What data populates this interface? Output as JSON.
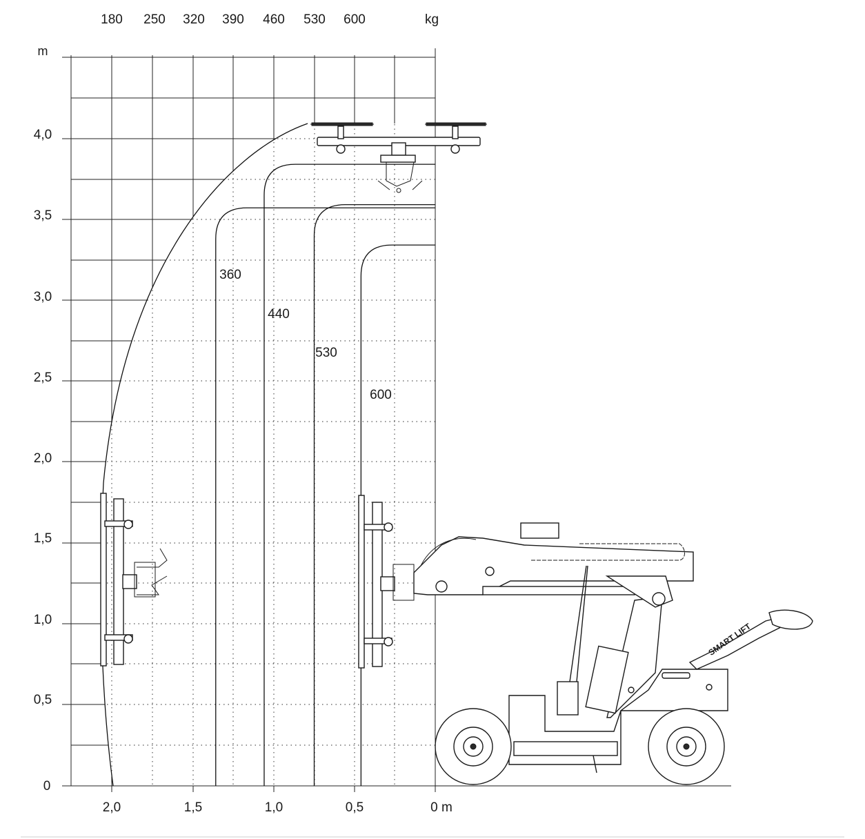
{
  "diagram": {
    "units": {
      "x": "m",
      "y": "m",
      "load": "kg"
    },
    "x_axis": {
      "ticks": [
        {
          "value": 2.0,
          "label": "2,0"
        },
        {
          "value": 1.5,
          "label": "1,5"
        },
        {
          "value": 1.0,
          "label": "1,0"
        },
        {
          "value": 0.5,
          "label": "0,5"
        },
        {
          "value": 0.0,
          "label": "0 m"
        }
      ]
    },
    "y_axis": {
      "unit_label": "m",
      "ticks": [
        {
          "value": 0.0,
          "label": "0"
        },
        {
          "value": 0.5,
          "label": "0,5"
        },
        {
          "value": 1.0,
          "label": "1,0"
        },
        {
          "value": 1.5,
          "label": "1,5"
        },
        {
          "value": 2.0,
          "label": "2,0"
        },
        {
          "value": 2.5,
          "label": "2,5"
        },
        {
          "value": 3.0,
          "label": "3,0"
        },
        {
          "value": 3.5,
          "label": "3,5"
        },
        {
          "value": 4.0,
          "label": "4,0"
        }
      ]
    },
    "top_scale": {
      "unit_label": "kg",
      "labels": [
        {
          "reach": 2.0,
          "label": "180"
        },
        {
          "reach": 1.75,
          "label": "250"
        },
        {
          "reach": 1.5,
          "label": "320"
        },
        {
          "reach": 1.25,
          "label": "390"
        },
        {
          "reach": 1.0,
          "label": "460"
        },
        {
          "reach": 0.75,
          "label": "530"
        },
        {
          "reach": 0.5,
          "label": "600"
        }
      ]
    },
    "load_zones": [
      {
        "label": "360",
        "reach": 1.36,
        "top_height": 3.58,
        "label_reach": 1.28,
        "label_height": 3.15
      },
      {
        "label": "440",
        "reach": 1.06,
        "top_height": 3.85,
        "label_reach": 0.97,
        "label_height": 2.91
      },
      {
        "label": "530",
        "reach": 0.75,
        "top_height": 3.6,
        "label_reach": 0.67,
        "label_height": 2.67
      },
      {
        "label": "600",
        "reach": 0.46,
        "top_height": 3.35,
        "label_reach": 0.37,
        "label_height": 2.41
      }
    ],
    "colors": {
      "line": "#1a1a1a",
      "grid": "#222222",
      "dots": "#555555",
      "background": "#ffffff"
    },
    "machine": {
      "brand_text": "SMART LIFT"
    }
  }
}
